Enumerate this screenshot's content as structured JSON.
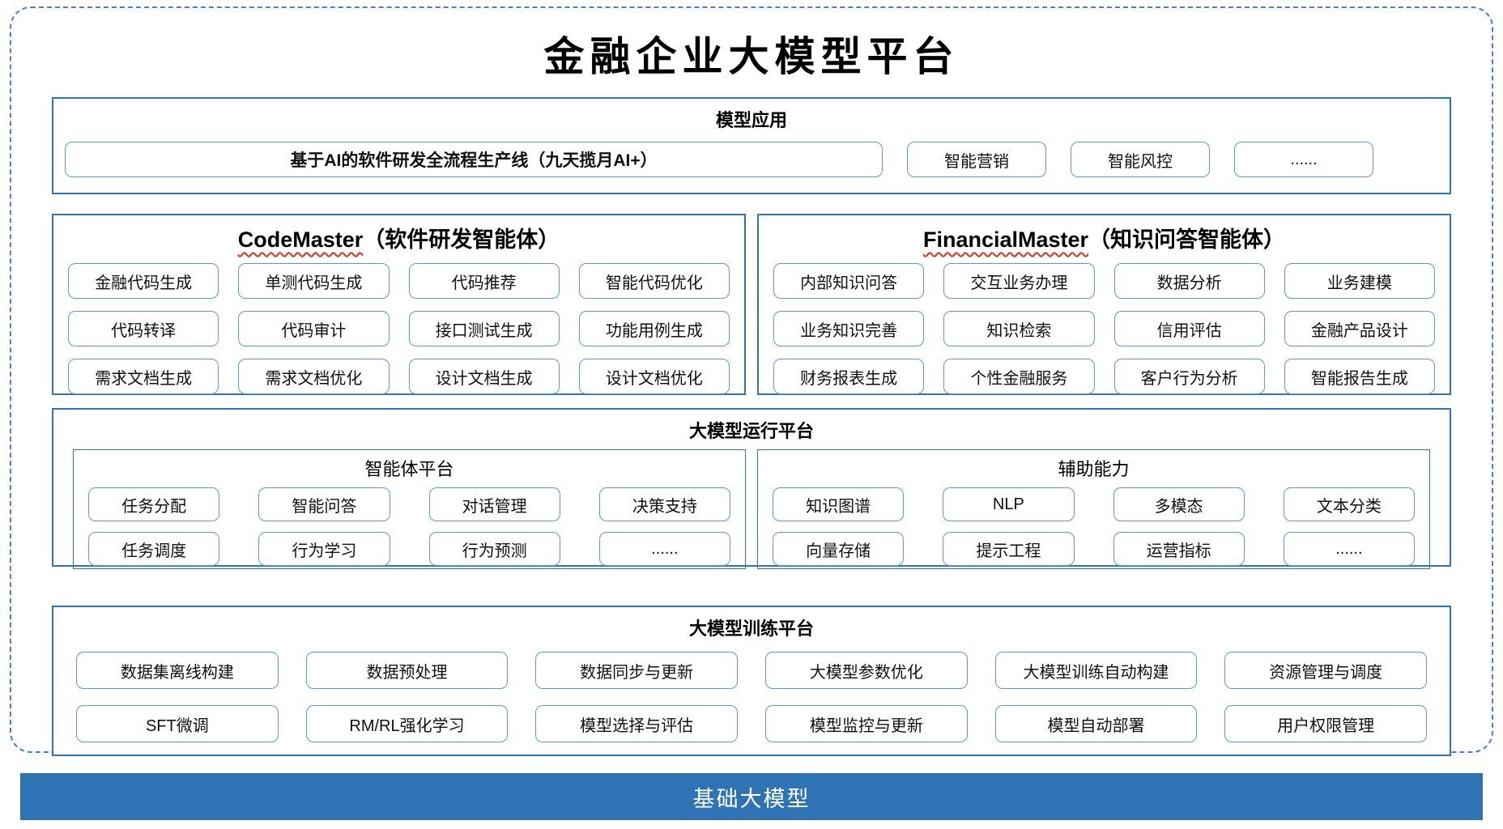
{
  "title": "金融企业大模型平台",
  "model_app": {
    "title": "模型应用",
    "main_pill": "基于AI的软件研发全流程生产线（九天揽月AI+）",
    "pills": [
      "智能营销",
      "智能风控",
      "......"
    ]
  },
  "code_master": {
    "title_en": "CodeMaster",
    "title_zh": "（软件研发智能体）",
    "items": [
      "金融代码生成",
      "单测代码生成",
      "代码推荐",
      "智能代码优化",
      "代码转译",
      "代码审计",
      "接口测试生成",
      "功能用例生成",
      "需求文档生成",
      "需求文档优化",
      "设计文档生成",
      "设计文档优化"
    ]
  },
  "financial_master": {
    "title_en": "FinancialMaster",
    "title_zh": "（知识问答智能体）",
    "items": [
      "内部知识问答",
      "交互业务办理",
      "数据分析",
      "业务建模",
      "业务知识完善",
      "知识检索",
      "信用评估",
      "金融产品设计",
      "财务报表生成",
      "个性金融服务",
      "客户行为分析",
      "智能报告生成"
    ]
  },
  "runtime": {
    "title": "大模型运行平台",
    "agent_platform": {
      "title": "智能体平台",
      "items": [
        "任务分配",
        "智能问答",
        "对话管理",
        "决策支持",
        "任务调度",
        "行为学习",
        "行为预测",
        "......"
      ]
    },
    "aux_ability": {
      "title": "辅助能力",
      "items": [
        "知识图谱",
        "NLP",
        "多模态",
        "文本分类",
        "向量存储",
        "提示工程",
        "运营指标",
        "......"
      ]
    }
  },
  "training": {
    "title": "大模型训练平台",
    "items": [
      "数据集离线构建",
      "数据预处理",
      "数据同步与更新",
      "大模型参数优化",
      "大模型训练自动构建",
      "资源管理与调度",
      "SFT微调",
      "RM/RL强化学习",
      "模型选择与评估",
      "模型监控与更新",
      "模型自动部署",
      "用户权限管理"
    ]
  },
  "base_model": {
    "label": "基础大模型"
  },
  "colors": {
    "section_border": "#2e75b6",
    "pill_border": "#5b9bd5",
    "dashed_border": "#4a7edb",
    "base_bar_bg": "#2e74b5",
    "squiggle": "#e0311a"
  }
}
